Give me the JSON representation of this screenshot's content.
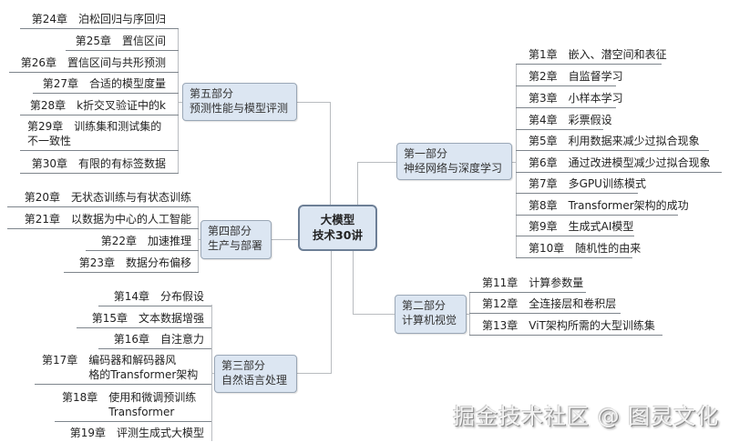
{
  "center": {
    "line1": "大模型",
    "line2": "技术30讲"
  },
  "parts": {
    "p1": {
      "line1": "第一部分",
      "line2": "神经网络与深度学习"
    },
    "p2": {
      "line1": "第二部分",
      "line2": "计算机视觉"
    },
    "p3": {
      "line1": "第三部分",
      "line2": "自然语言处理"
    },
    "p4": {
      "line1": "第四部分",
      "line2": "生产与部署"
    },
    "p5": {
      "line1": "第五部分",
      "line2": "预测性能与模型评测"
    }
  },
  "chapters": {
    "c1": {
      "num": "第1章",
      "title": "嵌入、潜空间和表征"
    },
    "c2": {
      "num": "第2章",
      "title": "自监督学习"
    },
    "c3": {
      "num": "第3章",
      "title": "小样本学习"
    },
    "c4": {
      "num": "第4章",
      "title": "彩票假设"
    },
    "c5": {
      "num": "第5章",
      "title": "利用数据来减少过拟合现象"
    },
    "c6": {
      "num": "第6章",
      "title": "通过改进模型减少过拟合现象"
    },
    "c7": {
      "num": "第7章",
      "title": "多GPU训练模式"
    },
    "c8": {
      "num": "第8章",
      "title": "Transformer架构的成功"
    },
    "c9": {
      "num": "第9章",
      "title": "生成式AI模型"
    },
    "c10": {
      "num": "第10章",
      "title": "随机性的由来"
    },
    "c11": {
      "num": "第11章",
      "title": "计算参数量"
    },
    "c12": {
      "num": "第12章",
      "title": "全连接层和卷积层"
    },
    "c13": {
      "num": "第13章",
      "title": "ViT架构所需的大型训练集"
    },
    "c14": {
      "num": "第14章",
      "title": "分布假设"
    },
    "c15": {
      "num": "第15章",
      "title": "文本数据增强"
    },
    "c16": {
      "num": "第16章",
      "title": "自注意力"
    },
    "c17": {
      "num": "第17章",
      "title": "编码器和解码器风",
      "title2": "格的Transformer架构"
    },
    "c18": {
      "num": "第18章",
      "title": "使用和微调预训练",
      "title2": "Transformer"
    },
    "c19": {
      "num": "第19章",
      "title": "评测生成式大模型"
    },
    "c20": {
      "num": "第20章",
      "title": "无状态训练与有状态训练"
    },
    "c21": {
      "num": "第21章",
      "title": "以数据为中心的人工智能"
    },
    "c22": {
      "num": "第22章",
      "title": "加速推理"
    },
    "c23": {
      "num": "第23章",
      "title": "数据分布偏移"
    },
    "c24": {
      "num": "第24章",
      "title": "泊松回归与序回归"
    },
    "c25": {
      "num": "第25章",
      "title": "置信区间"
    },
    "c26": {
      "num": "第26章",
      "title": "置信区间与共形预测"
    },
    "c27": {
      "num": "第27章",
      "title": "合适的模型度量"
    },
    "c28": {
      "num": "第28章",
      "title": "k折交叉验证中的k"
    },
    "c29": {
      "num": "第29章",
      "title": "训练集和测试集的",
      "title2": "不一致性"
    },
    "c30": {
      "num": "第30章",
      "title": "有限的有标签数据"
    }
  },
  "watermark": "掘金技术社区 @ 图灵文化",
  "colors": {
    "node_fill": "#dce6f2",
    "node_border": "#9aa7b6",
    "center_border": "#6d7f96",
    "line": "#b9bcc0"
  }
}
